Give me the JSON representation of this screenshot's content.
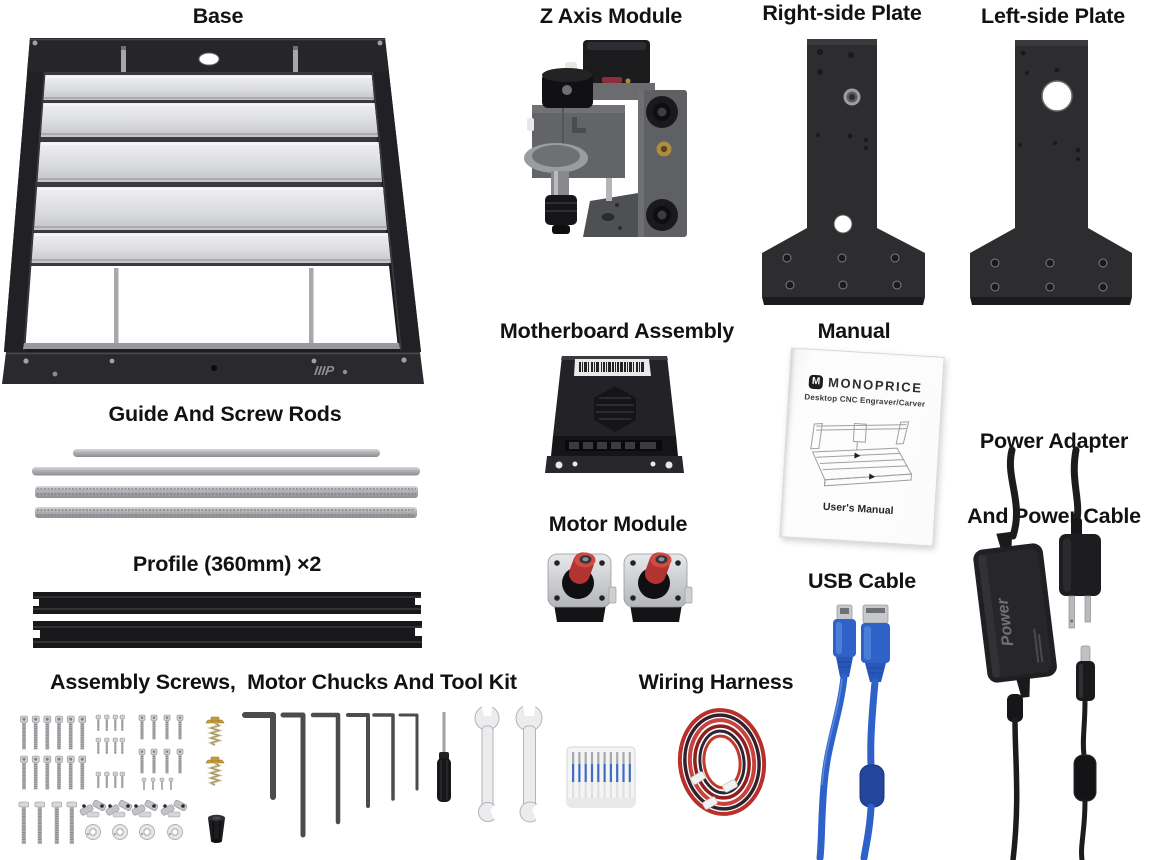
{
  "product_labels": {
    "base": "Base",
    "z_axis_module": "Z Axis Module",
    "right_side_plate": "Right-side Plate",
    "left_side_plate": "Left-side Plate",
    "motherboard_assembly": "Motherboard Assembly",
    "manual": "Manual",
    "power_adapter_line1": "Power Adapter",
    "power_adapter_line2": "And Power Cable",
    "guide_and_screw_rods": "Guide And Screw Rods",
    "profile": "Profile (360mm) ×2",
    "motor_module": "Motor Module",
    "usb_cable": "USB Cable",
    "assembly_screws_toolkit": "Assembly Screws,  Motor Chucks And Tool Kit",
    "wiring_harness": "Wiring Harness"
  },
  "manual_page": {
    "logo_letter": "M",
    "brand": "MONOPRICE",
    "subtitle": "Desktop CNC Engraver/Carver",
    "footer": "User's Manual"
  },
  "part_markings": {
    "base_brand_mark": "IIIP",
    "power_adapter_mark": "Power"
  },
  "colors": {
    "label_text": "#121212",
    "usb_cable_blue": "#2f62c8",
    "wiring_red": "#c0392b",
    "motor_coupler_red": "#c13a34",
    "brass": "#c79a3a",
    "metal_silver": "#b9bbbf",
    "plate_black": "#2d2d30"
  }
}
